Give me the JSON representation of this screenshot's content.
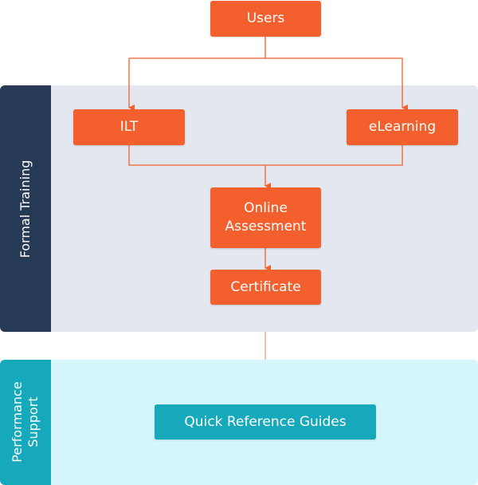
{
  "colors": {
    "node_orange": "#f45f2e",
    "node_teal": "#16a9bc",
    "formal_band": "#e3e8f0",
    "formal_band_label_bg": "#263a55",
    "support_band": "#d4f6fb",
    "support_band_label_bg": "#16a9bc",
    "connector": "#f45f2e",
    "connector_gray": "#f2a18c"
  },
  "bands": {
    "formal_training": {
      "label": "Formal Training"
    },
    "performance_support": {
      "label_line1": "Performance",
      "label_line2": "Support"
    }
  },
  "nodes": {
    "users": "Users",
    "ilt": "ILT",
    "elearning": "eLearning",
    "online_assessment_line1": "Online",
    "online_assessment_line2": "Assessment",
    "certificate": "Certificate",
    "quick_reference_guides": "Quick Reference Guides"
  }
}
